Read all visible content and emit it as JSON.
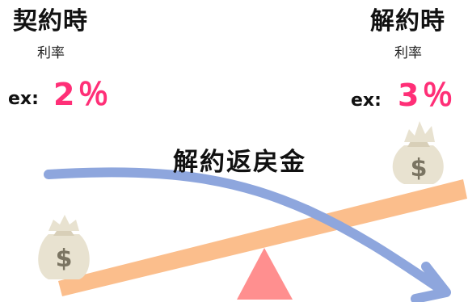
{
  "left": {
    "title": "契約時",
    "sub": "利率",
    "ex_label": "ex:",
    "rate": "2％"
  },
  "right": {
    "title": "解約時",
    "sub": "利率",
    "ex_label": "ex:",
    "rate": "3％"
  },
  "center": {
    "title": "解約返戻金"
  },
  "bag_symbol": "$",
  "colors": {
    "seesaw_plank": "#fbbe8c",
    "fulcrum": "#ff8f8f",
    "arrow": "#8ea6dd",
    "bag": "#e8e2d0",
    "bag_outline": "#d0c8b2",
    "rate": "#ff2f77"
  },
  "icons": [
    "money-bag-icon",
    "money-bag-icon",
    "curved-arrow-icon"
  ]
}
